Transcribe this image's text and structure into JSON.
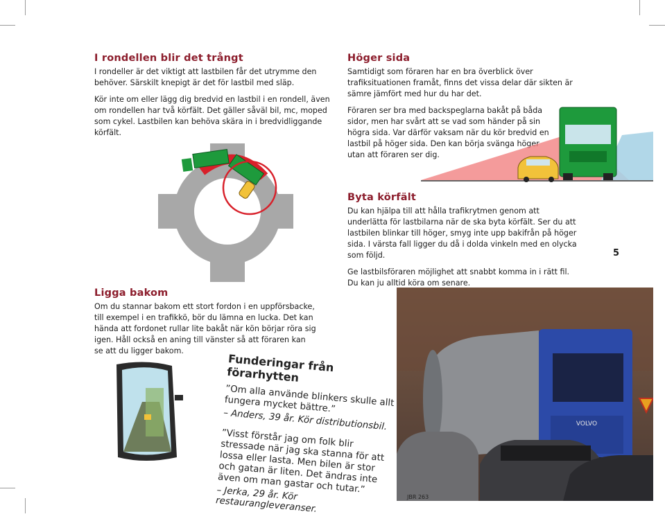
{
  "page_number": "5",
  "sections": {
    "rondell": {
      "heading": "I rondellen blir det trångt",
      "paragraphs": [
        "I rondeller är det viktigt att lastbilen får det utrymme den behöver. Särskilt knepigt är det för lastbil med släp.",
        "Kör inte om eller lägg dig bredvid en lastbil i en rondell, även om rondellen har två körfält. Det gäller såväl bil, mc, moped som cykel. Lastbilen kan behöva skära in i bredvidliggande körfält."
      ]
    },
    "hoger": {
      "heading": "Höger sida",
      "paragraphs": [
        "Samtidigt som föraren har en bra överblick över trafiksituationen framåt, finns det vissa delar där sikten är sämre jämfört med hur du har det.",
        "Föraren ser bra med backspeglarna bakåt på båda sidor, men har svårt att se vad som händer på sin högra sida. Var därför vaksam när du kör bredvid en lastbil på höger sida. Den kan börja svänga höger utan att föraren ser dig."
      ]
    },
    "byta": {
      "heading": "Byta körfält",
      "paragraphs": [
        "Du kan hjälpa till att hålla trafikrytmen genom att underlätta för lastbilarna när de ska byta körfält. Ser du att lastbilen blinkar till höger, smyg inte upp bakifrån på höger sida. I värsta fall ligger du då i dolda vinkeln med en olycka som följd.",
        "Ge lastbilsföraren möjlighet att snabbt komma in i rätt fil. Du kan ju alltid köra om senare."
      ]
    },
    "bakom": {
      "heading": "Ligga bakom",
      "paragraphs": [
        "Om du stannar bakom ett stort fordon i en uppförsbacke, till exempel i en trafikkö, bör du lämna en lucka. Det kan hända att fordonet rullar lite bakåt när kön börjar röra sig igen. Håll också en aning till vänster så att föraren kan se att du ligger bakom."
      ]
    }
  },
  "quote_box": {
    "title": "Funderingar från förarhytten",
    "quotes": [
      {
        "text": "”Om alla använde blinkers skulle allt fungera mycket bättre.”",
        "source": "– Anders, 39 år. Kör distributionsbil."
      },
      {
        "text": "”Visst förstår jag om folk blir stressade när jag ska stanna för att lossa eller lasta. Men bilen är stor och gatan är liten. Det ändras inte även om man gastar och tutar.”",
        "source": "– Jerka, 29 år. Kör restaurangleveranser."
      }
    ]
  },
  "photo": {
    "truck_brand": "VOLVO",
    "plate": "JBR 263"
  },
  "colors": {
    "heading": "#8c1d2c",
    "truck_green": "#1e9a3c",
    "warning_red": "#d8202a",
    "road_gray": "#a8a8a8",
    "blind_spot_red": "#f07a7a"
  }
}
